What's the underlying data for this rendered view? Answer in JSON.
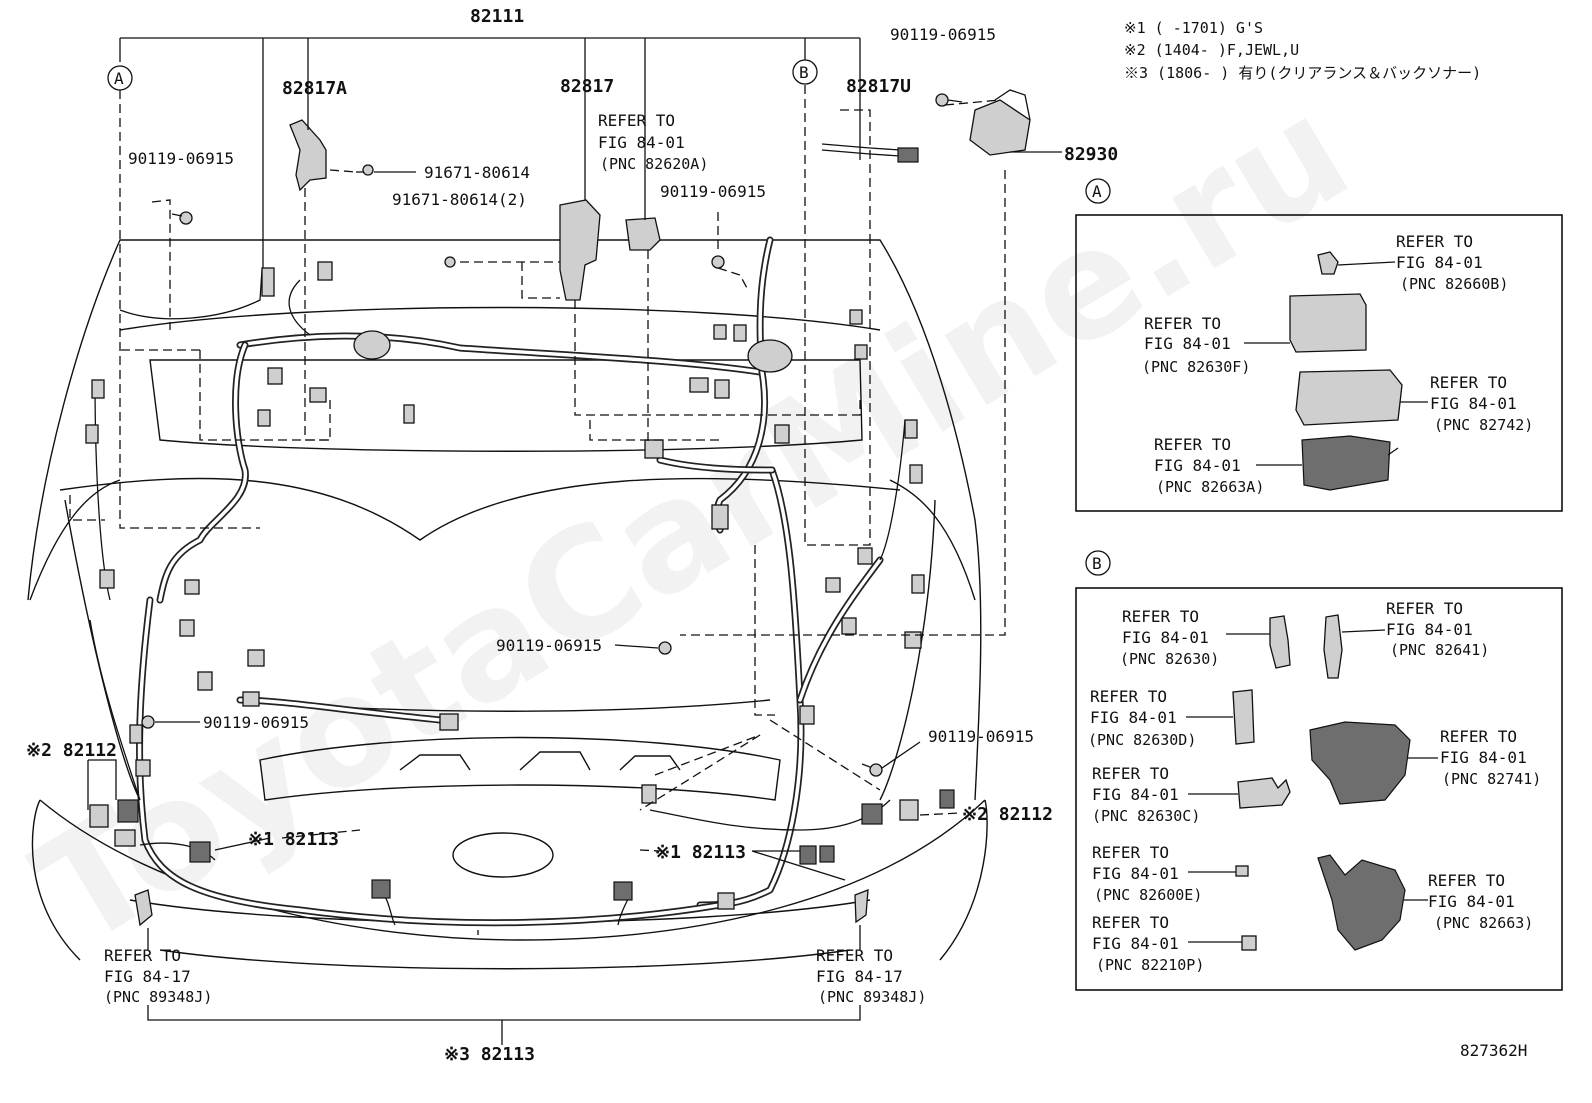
{
  "diagram": {
    "id": "827362H",
    "watermark": "ToyotaCarMine.ru",
    "notes": [
      "※1 (      -1701) G'S",
      "※2 (1404-      )F,JEWL,U",
      "※3 (1806-      ) 有り(クリアランス＆バックソナー)"
    ],
    "main_labels": {
      "p82111": "82111",
      "p82817A": "82817A",
      "p82817": "82817",
      "p82817U": "82817U",
      "p82930": "82930",
      "bolt_top_left": "90119-06915",
      "bolt_top_right": "90119-06915",
      "bolt_mid_right": "90119-06915",
      "bolt_center": "90119-06915",
      "bolt_left_low": "90119-06915",
      "bolt_right_low": "90119-06915",
      "clip_a": "91671-80614",
      "clip_b": "91671-80614(2)",
      "refer_top_1": "REFER TO",
      "refer_top_2": "FIG 84-01",
      "refer_top_3": "(PNC 82620A)",
      "left_82112": "※2 82112",
      "right_82112": "※2 82112",
      "left_82113": "※1 82113",
      "right_82113": "※1 82113",
      "bottom_82113": "※3 82113",
      "refer_bl_1": "REFER TO",
      "refer_bl_2": "FIG 84-17",
      "refer_bl_3": "(PNC 89348J)",
      "refer_br_1": "REFER TO",
      "refer_br_2": "FIG 84-17",
      "refer_br_3": "(PNC 89348J)",
      "circle_a": "A",
      "circle_b": "B"
    },
    "panel_a": {
      "marker": "A",
      "items": [
        {
          "l1": "REFER TO",
          "l2": "FIG 84-01",
          "l3": "(PNC 82660B)"
        },
        {
          "l1": "REFER TO",
          "l2": "FIG 84-01",
          "l3": "(PNC 82630F)"
        },
        {
          "l1": "REFER TO",
          "l2": "FIG 84-01",
          "l3": "(PNC 82742)"
        },
        {
          "l1": "REFER TO",
          "l2": "FIG 84-01",
          "l3": "(PNC 82663A)"
        }
      ]
    },
    "panel_b": {
      "marker": "B",
      "items": [
        {
          "l1": "REFER TO",
          "l2": "FIG 84-01",
          "l3": "(PNC 82630)"
        },
        {
          "l1": "REFER TO",
          "l2": "FIG 84-01",
          "l3": "(PNC 82641)"
        },
        {
          "l1": "REFER TO",
          "l2": "FIG 84-01",
          "l3": "(PNC 82630D)"
        },
        {
          "l1": "REFER TO",
          "l2": "FIG 84-01",
          "l3": "(PNC 82741)"
        },
        {
          "l1": "REFER TO",
          "l2": "FIG 84-01",
          "l3": "(PNC 82630C)"
        },
        {
          "l1": "REFER TO",
          "l2": "FIG 84-01",
          "l3": "(PNC 82600E)"
        },
        {
          "l1": "REFER TO",
          "l2": "FIG 84-01",
          "l3": "(PNC 82663)"
        },
        {
          "l1": "REFER TO",
          "l2": "FIG 84-01",
          "l3": "(PNC 82210P)"
        }
      ]
    }
  }
}
